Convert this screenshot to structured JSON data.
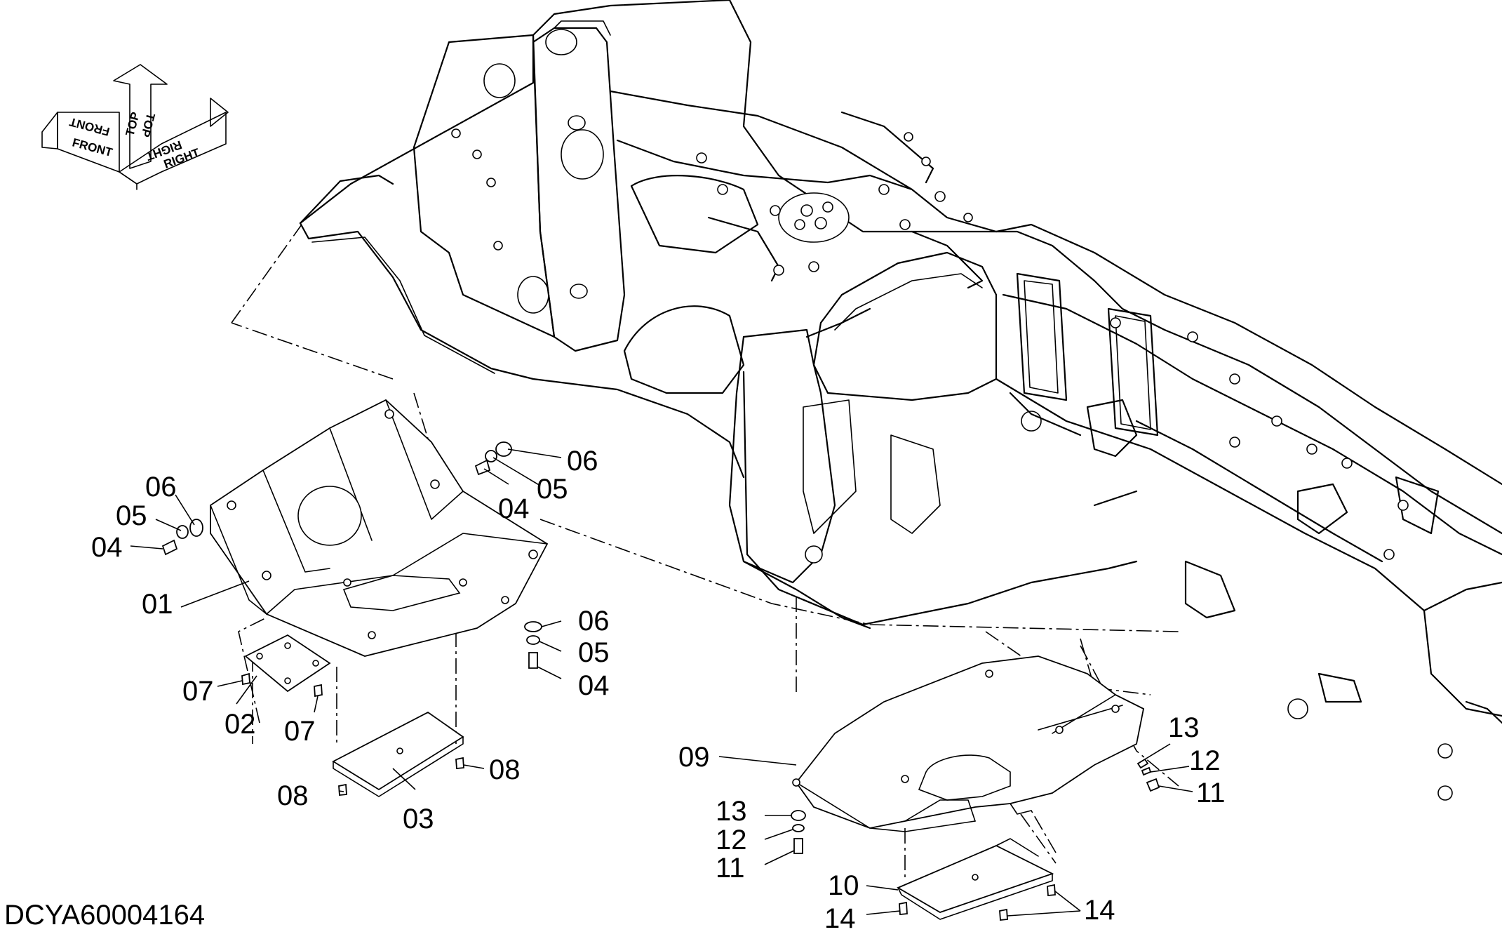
{
  "drawing_id": "DCYA60004164",
  "orientation": {
    "front": "FRONT",
    "top": "TOP",
    "right": "RIGHT"
  },
  "callouts": [
    {
      "label": "01"
    },
    {
      "label": "02"
    },
    {
      "label": "03"
    },
    {
      "label": "04"
    },
    {
      "label": "04"
    },
    {
      "label": "04"
    },
    {
      "label": "05"
    },
    {
      "label": "05"
    },
    {
      "label": "05"
    },
    {
      "label": "06"
    },
    {
      "label": "06"
    },
    {
      "label": "06"
    },
    {
      "label": "07"
    },
    {
      "label": "07"
    },
    {
      "label": "08"
    },
    {
      "label": "08"
    },
    {
      "label": "09"
    },
    {
      "label": "10"
    },
    {
      "label": "11"
    },
    {
      "label": "11"
    },
    {
      "label": "12"
    },
    {
      "label": "12"
    },
    {
      "label": "13"
    },
    {
      "label": "13"
    },
    {
      "label": "14"
    },
    {
      "label": "14"
    }
  ]
}
